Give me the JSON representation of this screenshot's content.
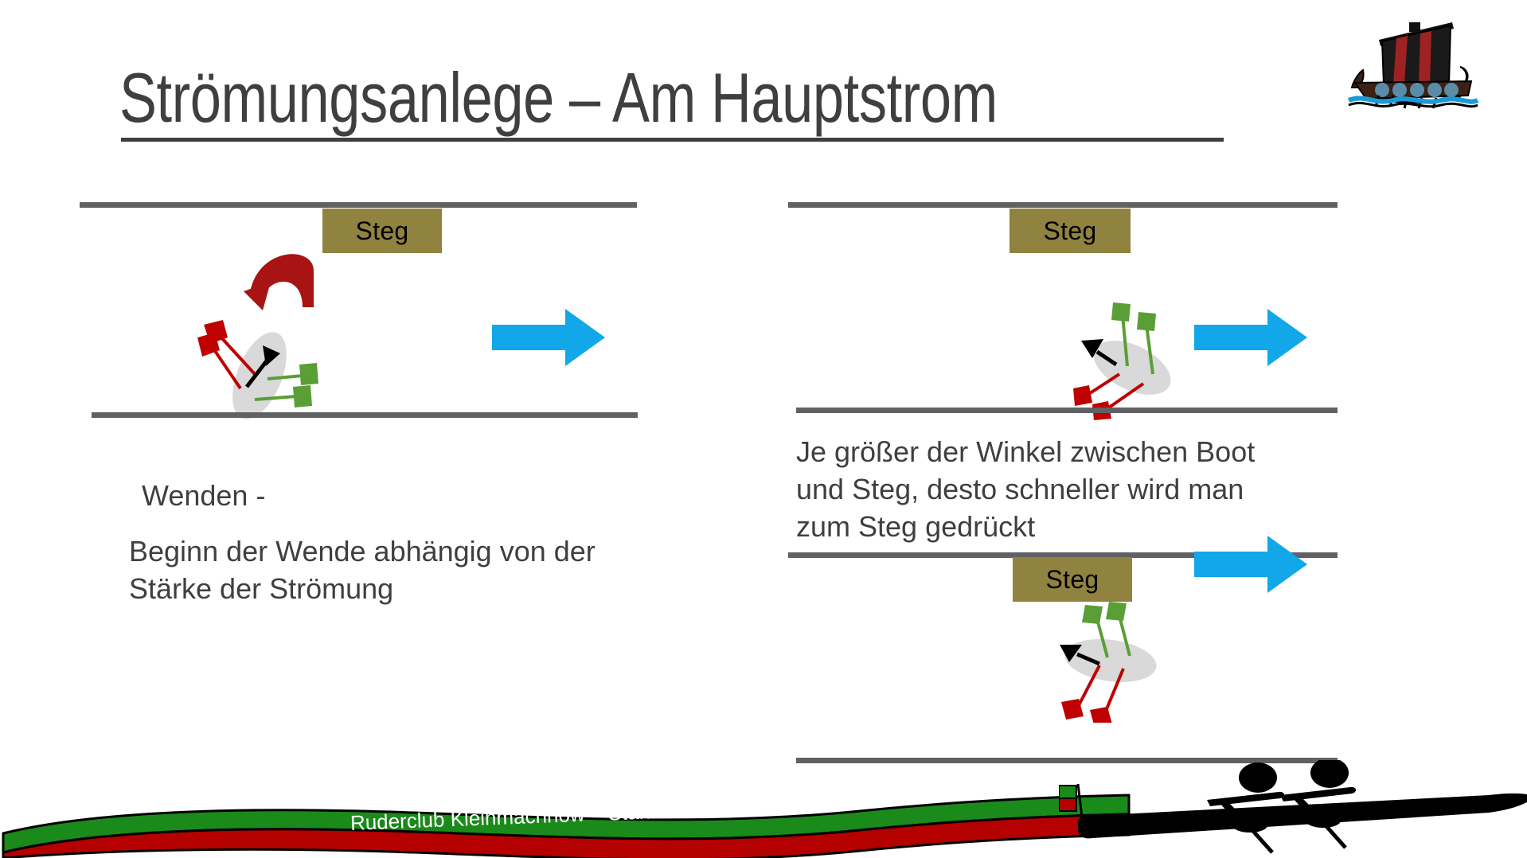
{
  "slide": {
    "title": "Strömungsanlege – Am Hauptstrom",
    "background_color": "#ffffff",
    "title_color": "#3f3f3f"
  },
  "logo": {
    "name": "viking-ship-logo",
    "sail_colors": [
      "#1a1a1a",
      "#9e2222"
    ],
    "hull_color": "#3d2112",
    "shield_color": "#5a8ca8",
    "water_color": "#1b9ad6"
  },
  "colors": {
    "bank_line": "#5f6163",
    "steg_fill": "#90823f",
    "current_arrow": "#11a7e8",
    "boat_hull": "#d9d9d9",
    "oar_red": "#bf0000",
    "oar_green": "#5a9e36",
    "turn_arrow": "#a81414",
    "banner_green": "#1a8a1a",
    "banner_red": "#b50000"
  },
  "left_panel": {
    "steg_label": "Steg",
    "caption_line1": "Wenden -",
    "caption_line2": "Beginn der Wende abhängig von der Stärke der Strömung",
    "turn_arrow_name": "turn-direction-arrow",
    "current_arrow_name": "current-direction-arrow"
  },
  "right_panel_top": {
    "steg_label": "Steg",
    "caption": "Je größer der Winkel zwischen Boot und Steg, desto schneller wird man zum Steg gedrückt",
    "current_arrow_name": "current-direction-arrow"
  },
  "right_panel_bottom": {
    "steg_label": "Steg",
    "current_arrow_name": "current-direction-arrow"
  },
  "boats": {
    "boat1_name": "boat-turning-left-panel",
    "boat2_name": "boat-steep-angle",
    "boat3_name": "boat-shallow-angle"
  },
  "footer": {
    "club_name": "Ruderclub  Kleinmachnow – Stahnsdorf – Teltow  e.V.",
    "banner_name": "club-banner",
    "rower_name": "double-scull-silhouette"
  }
}
